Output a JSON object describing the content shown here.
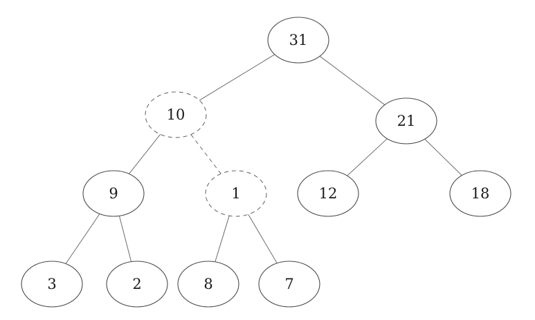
{
  "tree": {
    "nodes": [
      {
        "id": "n31",
        "label": "31",
        "dashed": false
      },
      {
        "id": "n10",
        "label": "10",
        "dashed": true
      },
      {
        "id": "n21",
        "label": "21",
        "dashed": false
      },
      {
        "id": "n9",
        "label": "9",
        "dashed": false
      },
      {
        "id": "n1",
        "label": "1",
        "dashed": true
      },
      {
        "id": "n12",
        "label": "12",
        "dashed": false
      },
      {
        "id": "n18",
        "label": "18",
        "dashed": false
      },
      {
        "id": "n3",
        "label": "3",
        "dashed": false
      },
      {
        "id": "n2",
        "label": "2",
        "dashed": false
      },
      {
        "id": "n8",
        "label": "8",
        "dashed": false
      },
      {
        "id": "n7",
        "label": "7",
        "dashed": false
      }
    ],
    "edges": [
      {
        "from": "n31",
        "to": "n10",
        "dashed": false
      },
      {
        "from": "n31",
        "to": "n21",
        "dashed": false
      },
      {
        "from": "n10",
        "to": "n9",
        "dashed": false
      },
      {
        "from": "n10",
        "to": "n1",
        "dashed": true
      },
      {
        "from": "n21",
        "to": "n12",
        "dashed": false
      },
      {
        "from": "n21",
        "to": "n18",
        "dashed": false
      },
      {
        "from": "n9",
        "to": "n3",
        "dashed": false
      },
      {
        "from": "n9",
        "to": "n2",
        "dashed": false
      },
      {
        "from": "n1",
        "to": "n8",
        "dashed": false
      },
      {
        "from": "n1",
        "to": "n7",
        "dashed": false
      }
    ]
  }
}
